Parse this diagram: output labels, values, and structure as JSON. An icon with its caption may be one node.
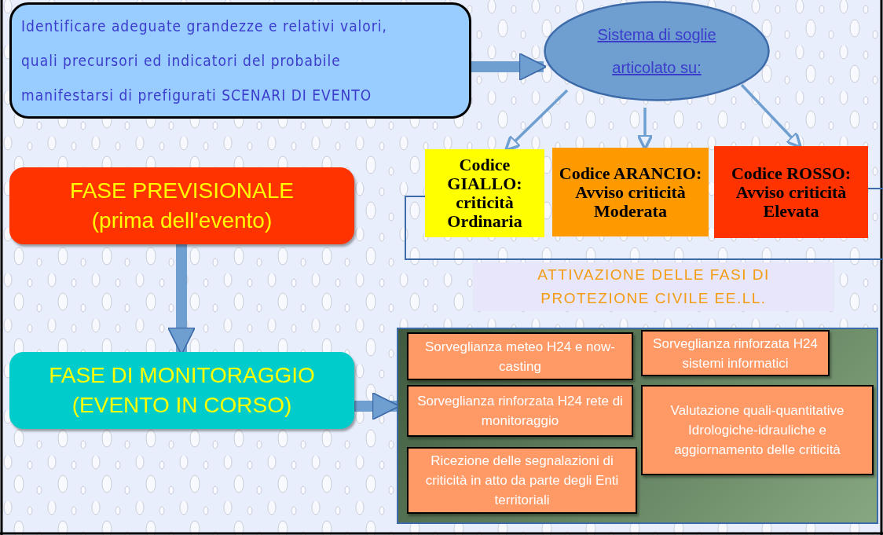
{
  "diagram": {
    "nodes": [
      {
        "text": [
          "Identificare adeguate grandezze e relativi valori, quali precursori ed indicatori del probabile manifestarsi di prefigurati SCENARI DI EVENTO"
        ]
      },
      {
        "text": [
          "Sistema di soglie articolato su:"
        ]
      },
      {
        "text": [
          "Codice GIALLO: criticità Ordinaria"
        ]
      },
      {
        "text": [
          "Codice ARANCIO: Avviso criticità Moderata"
        ]
      },
      {
        "text": [
          "Codice ROSSO: Avviso criticità Elevata"
        ]
      },
      {
        "text": [
          "ATTIVAZIONE DELLE FASI DI PROTEZIONE CIVILE EE.LL."
        ]
      },
      {
        "text": [
          "FASE PREVISIONALE",
          "(prima dell'evento)"
        ]
      },
      {
        "text": [
          "FASE DI MONITORAGGIO",
          "(EVENTO IN CORSO)"
        ]
      },
      {
        "text": [],
        "shape": "box"
      },
      {
        "text": [
          "Sorveglianza meteo H24 e now-casting"
        ],
        "in": 8
      },
      {
        "text": [
          "Sorveglianza rinforzata H24 sistemi informatici"
        ],
        "in": 8
      },
      {
        "text": [
          "Sorveglianza rinforzata H24 rete di monitoraggio"
        ],
        "in": 8
      },
      {
        "text": [
          "Valutazione quali-quantitative Idrologiche-idrauliche e aggiornamento delle criticità"
        ],
        "in": 8
      },
      {
        "text": [
          "Ricezione delle segnalazioni di criticità in atto da parte degli Enti territoriali"
        ],
        "in": 8
      }
    ],
    "edges": [
      {
        "from": 0,
        "to": 1,
        "arrow": "to",
        "style": "thick"
      },
      {
        "from": 1,
        "to": 2,
        "arrow": "to"
      },
      {
        "from": 1,
        "to": 3,
        "arrow": "to"
      },
      {
        "from": 1,
        "to": 4,
        "arrow": "to"
      },
      {
        "from": 6,
        "to": 7,
        "arrow": "to",
        "style": "thick"
      },
      {
        "from": 7,
        "to": 8,
        "arrow": "to",
        "style": "thick"
      }
    ]
  }
}
